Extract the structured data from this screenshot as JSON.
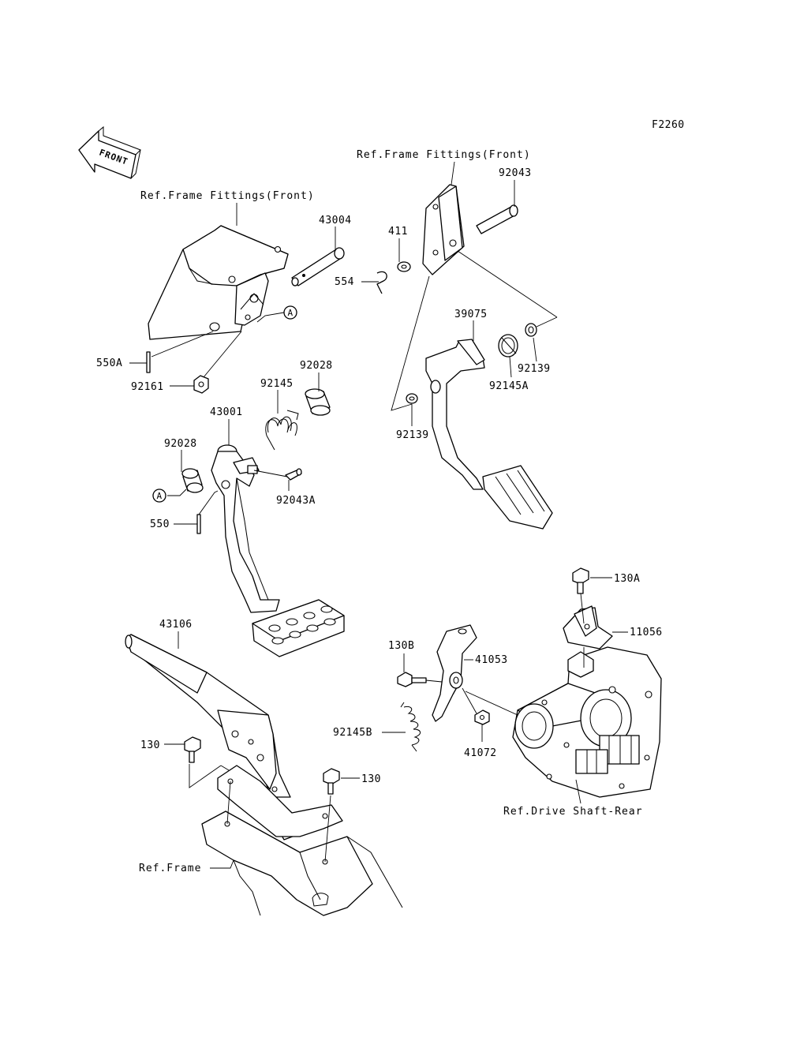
{
  "diagram": {
    "figure_code": "F2260",
    "front_label": "FRONT",
    "references": [
      {
        "id": "ref-frame-fittings-front-left",
        "text": "Ref.Frame Fittings(Front)"
      },
      {
        "id": "ref-frame-fittings-front-right",
        "text": "Ref.Frame Fittings(Front)"
      },
      {
        "id": "ref-drive-shaft-rear",
        "text": "Ref.Drive Shaft-Rear"
      },
      {
        "id": "ref-frame",
        "text": "Ref.Frame"
      }
    ],
    "callouts": [
      {
        "id": "callout-a-upper",
        "text": "A"
      },
      {
        "id": "callout-a-lower",
        "text": "A"
      }
    ],
    "parts": [
      {
        "id": "p43004",
        "label": "43004"
      },
      {
        "id": "p554",
        "label": "554"
      },
      {
        "id": "p411",
        "label": "411"
      },
      {
        "id": "p92043",
        "label": "92043"
      },
      {
        "id": "p550A",
        "label": "550A"
      },
      {
        "id": "p92161",
        "label": "92161"
      },
      {
        "id": "p92028-upper",
        "label": "92028"
      },
      {
        "id": "p92145",
        "label": "92145"
      },
      {
        "id": "p43001",
        "label": "43001"
      },
      {
        "id": "p92028-lower",
        "label": "92028"
      },
      {
        "id": "p92043A",
        "label": "92043A"
      },
      {
        "id": "p550",
        "label": "550"
      },
      {
        "id": "p39075",
        "label": "39075"
      },
      {
        "id": "p92139-right",
        "label": "92139"
      },
      {
        "id": "p92145A",
        "label": "92145A"
      },
      {
        "id": "p92139-left",
        "label": "92139"
      },
      {
        "id": "p130A",
        "label": "130A"
      },
      {
        "id": "p11056",
        "label": "11056"
      },
      {
        "id": "p43106",
        "label": "43106"
      },
      {
        "id": "p130B",
        "label": "130B"
      },
      {
        "id": "p41053",
        "label": "41053"
      },
      {
        "id": "p92145B",
        "label": "92145B"
      },
      {
        "id": "p41072",
        "label": "41072"
      },
      {
        "id": "p130-left",
        "label": "130"
      },
      {
        "id": "p130-right",
        "label": "130"
      }
    ]
  }
}
